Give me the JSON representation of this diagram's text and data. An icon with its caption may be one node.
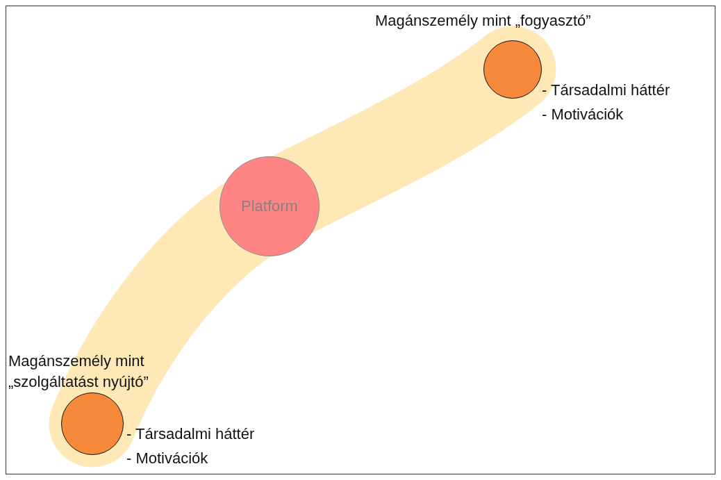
{
  "diagram": {
    "nodes": [
      {
        "text": [],
        "shape": "band"
      },
      {
        "text": [
          "Magánszemély mint „fogyasztó”"
        ],
        "beside": [
          "- Társadalmi háttér",
          "- Motivációk"
        ],
        "in": 0
      },
      {
        "text": [
          "Platform"
        ],
        "in": 0
      },
      {
        "text": [
          "Magánszemély mint „szolgáltatást nyújtó”"
        ],
        "beside": [
          "- Társadalmi háttér",
          "- Motivációk"
        ],
        "in": 0
      }
    ],
    "edges": []
  }
}
